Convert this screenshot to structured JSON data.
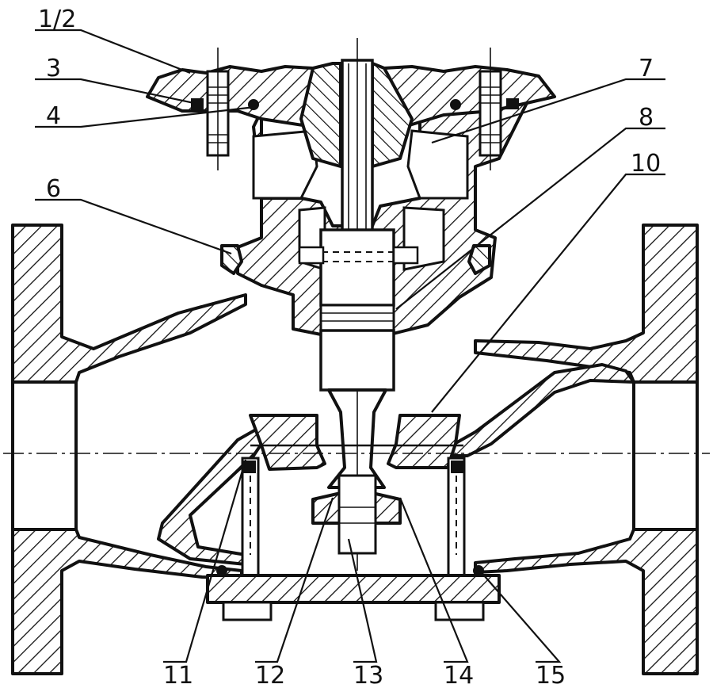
{
  "callouts": {
    "c1": "1/2",
    "c3": "3",
    "c4": "4",
    "c6": "6",
    "c7": "7",
    "c8": "8",
    "c10": "10",
    "c11": "11",
    "c12": "12",
    "c13": "13",
    "c14": "14",
    "c15": "15"
  }
}
